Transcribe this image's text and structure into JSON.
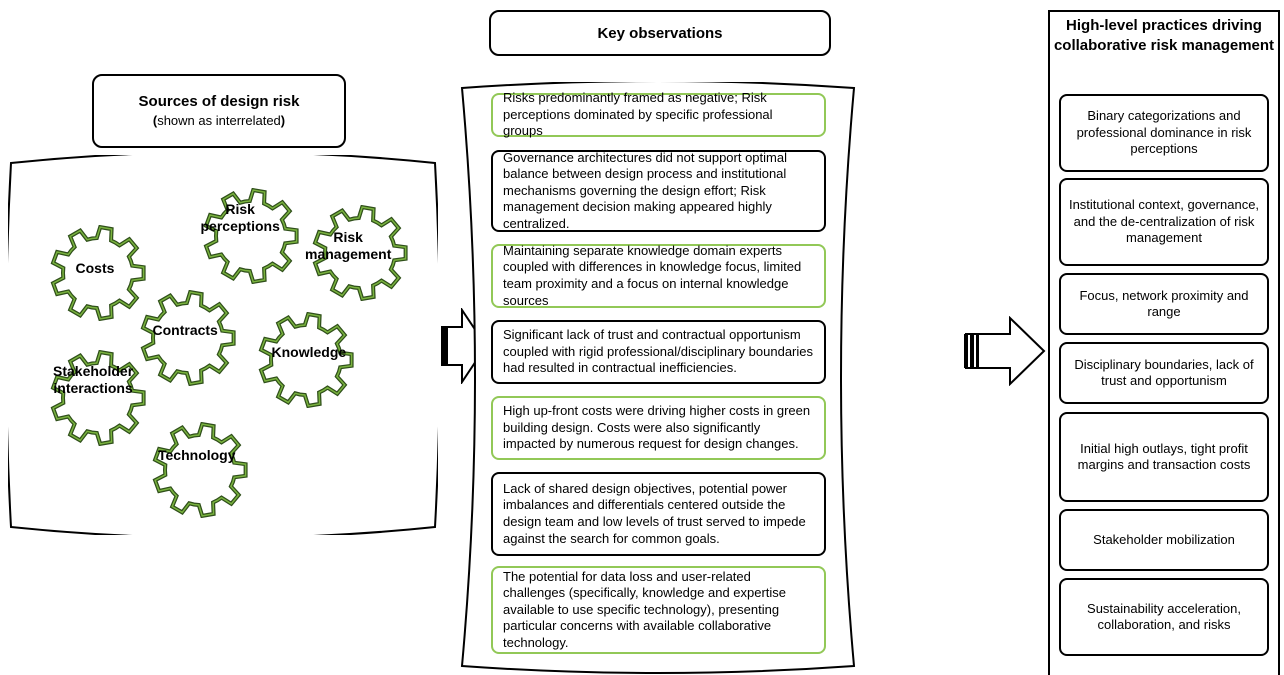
{
  "sources": {
    "title": "Sources of design risk",
    "subtitle_paren_open": "(",
    "subtitle_text": "shown as interrelated",
    "subtitle_paren_close": ")",
    "gears": [
      {
        "label": "Costs"
      },
      {
        "label": "Risk\nperceptions"
      },
      {
        "label": "Risk\nmanagement"
      },
      {
        "label": "Contracts"
      },
      {
        "label": "Knowledge"
      },
      {
        "label": "Stakeholder\ninteractions"
      },
      {
        "label": "Technology"
      }
    ]
  },
  "observations": {
    "title": "Key observations",
    "items": [
      {
        "text": "Risks predominantly framed as negative; Risk perceptions dominated by specific professional groups",
        "border": "green"
      },
      {
        "text": "Governance architectures did not support optimal balance between design process and institutional mechanisms governing the design effort;  Risk management decision making appeared highly centralized.",
        "border": "black"
      },
      {
        "text": "Maintaining separate knowledge domain experts coupled with differences in knowledge focus, limited team proximity and a focus on internal knowledge sources",
        "border": "green"
      },
      {
        "text": "Significant lack of trust and contractual opportunism coupled with rigid professional/disciplinary boundaries had resulted in contractual inefficiencies.",
        "border": "black"
      },
      {
        "text": "High up-front costs were driving higher costs in green building design. Costs were also significantly impacted by numerous request for design changes.",
        "border": "green"
      },
      {
        "text": "Lack of shared design objectives, potential power imbalances and differentials centered outside the design team and low levels of trust served to impede against the search for common goals.",
        "border": "black"
      },
      {
        "text": "The potential for data loss  and user-related challenges (specifically, knowledge and expertise available to use specific technology), presenting particular concerns with available collaborative technology.",
        "border": "green"
      }
    ]
  },
  "practices": {
    "title": "High-level practices driving collaborative risk management",
    "items": [
      {
        "text": "Binary categorizations and professional dominance in risk perceptions"
      },
      {
        "text": "Institutional context, governance, and the de-centralization of risk management"
      },
      {
        "text": "Focus, network proximity and range"
      },
      {
        "text": "Disciplinary boundaries, lack of trust and opportunism"
      },
      {
        "text": "Initial high outlays, tight profit margins and transaction costs"
      },
      {
        "text": "Stakeholder mobilization"
      },
      {
        "text": "Sustainability acceleration, collaboration, and risks"
      }
    ]
  },
  "colors": {
    "green_border": "#92c857",
    "gear_dark": "#2f4f1a",
    "gear_light": "#7ab33f"
  }
}
